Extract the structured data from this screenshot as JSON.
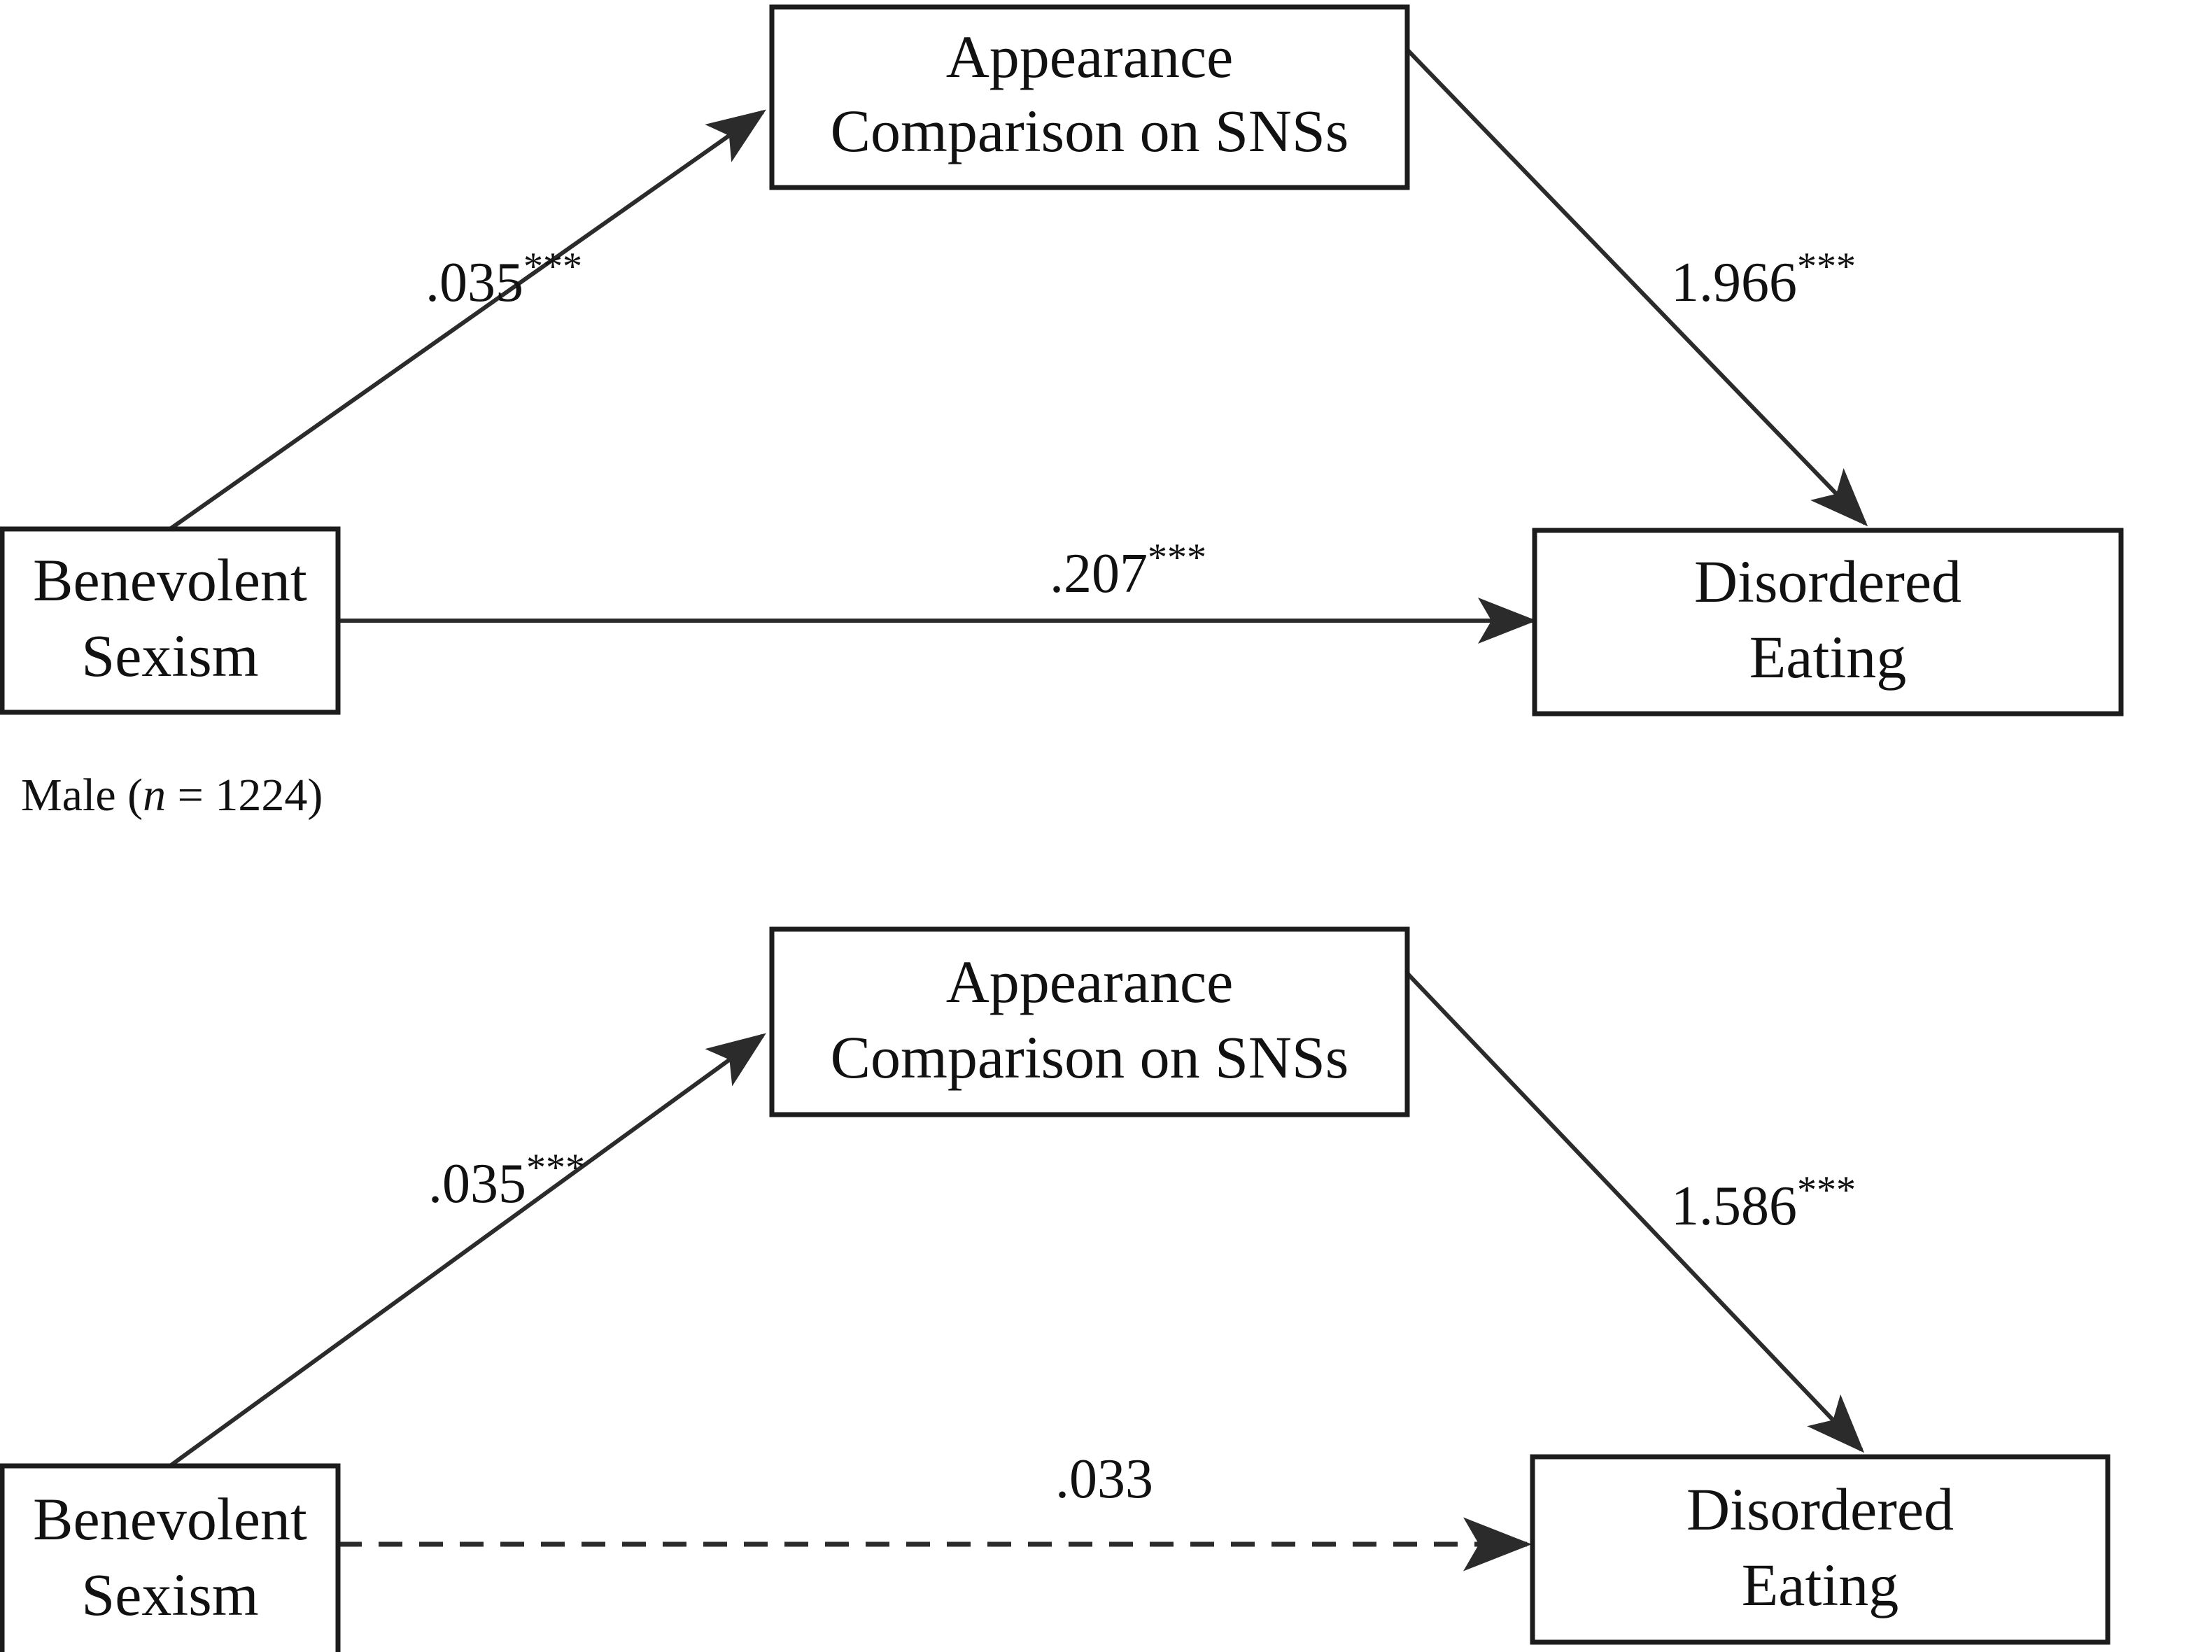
{
  "figure": {
    "type": "mediation-path-diagram",
    "background_color": "#ffffff",
    "line_color": "#2b2b2b",
    "box_border_color": "#1c1c1c",
    "text_color": "#111111"
  },
  "panels": [
    {
      "id": "panel-male",
      "group_label_prefix": "Male (",
      "group_label_italic": "n",
      "group_label_suffix": " = 1224)",
      "group_label_full": "Male (n = 1224)",
      "nodes": {
        "mediator_line1": "Appearance",
        "mediator_line2": "Comparison on SNSs",
        "predictor_line1": "Benevolent",
        "predictor_line2": "Sexism",
        "outcome_line1": "Disordered",
        "outcome_line2": "Eating"
      },
      "paths": [
        {
          "id": "a-path",
          "from": "Benevolent Sexism",
          "to": "Appearance Comparison on SNSs",
          "coefficient": ".035",
          "stars": "***",
          "significant": true,
          "style": "solid"
        },
        {
          "id": "b-path",
          "from": "Appearance Comparison on SNSs",
          "to": "Disordered Eating",
          "coefficient": "1.966",
          "stars": "***",
          "significant": true,
          "style": "solid"
        },
        {
          "id": "c-prime-path",
          "from": "Benevolent Sexism",
          "to": "Disordered Eating",
          "coefficient": ".207",
          "stars": "***",
          "significant": true,
          "style": "solid"
        }
      ]
    },
    {
      "id": "panel-second",
      "group_label_prefix": "",
      "group_label_italic": "",
      "group_label_suffix": "",
      "group_label_full": "",
      "nodes": {
        "mediator_line1": "Appearance",
        "mediator_line2": "Comparison on SNSs",
        "predictor_line1": "Benevolent",
        "predictor_line2": "Sexism",
        "outcome_line1": "Disordered",
        "outcome_line2": "Eating"
      },
      "paths": [
        {
          "id": "a-path",
          "from": "Benevolent Sexism",
          "to": "Appearance Comparison on SNSs",
          "coefficient": ".035",
          "stars": "***",
          "significant": true,
          "style": "solid"
        },
        {
          "id": "b-path",
          "from": "Appearance Comparison on SNSs",
          "to": "Disordered Eating",
          "coefficient": "1.586",
          "stars": "***",
          "significant": true,
          "style": "solid"
        },
        {
          "id": "c-prime-path",
          "from": "Benevolent Sexism",
          "to": "Disordered Eating",
          "coefficient": ".033",
          "stars": "",
          "significant": false,
          "style": "dashed"
        }
      ]
    }
  ]
}
